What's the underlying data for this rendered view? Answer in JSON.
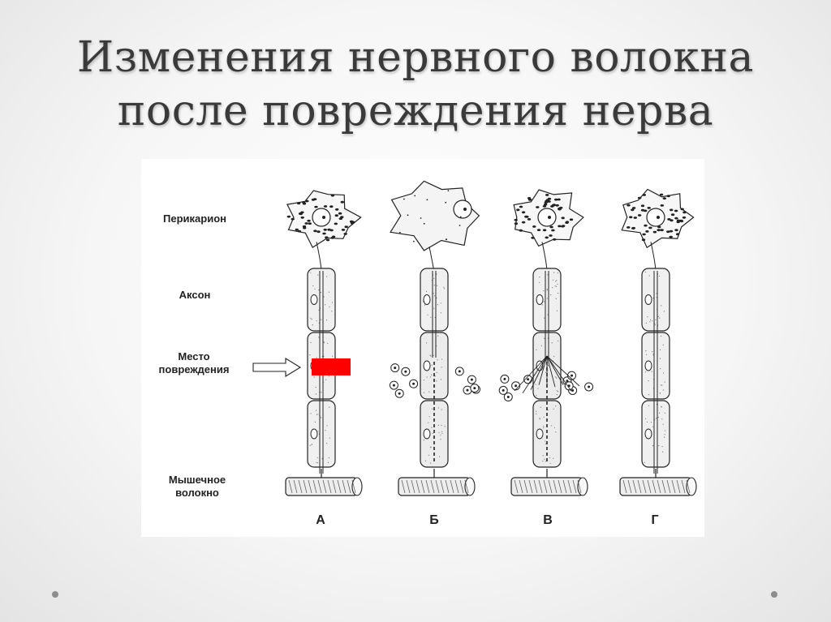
{
  "slide": {
    "title_line1": "Изменения нервного волокна",
    "title_line2": "после повреждения нерва"
  },
  "figure": {
    "labels": {
      "perikaryon": "Перикарион",
      "axon": "Аксон",
      "injury_line1": "Место",
      "injury_line2": "повреждения",
      "muscle_line1": "Мышечное",
      "muscle_line2": "волокно"
    },
    "columns": [
      "А",
      "Б",
      "В",
      "Г"
    ],
    "colors": {
      "injury_marker": "#ff0000",
      "ink": "#222222",
      "title": "#3a3a3a"
    }
  },
  "icons": [
    "bullet-dot-left",
    "bullet-dot-right"
  ]
}
